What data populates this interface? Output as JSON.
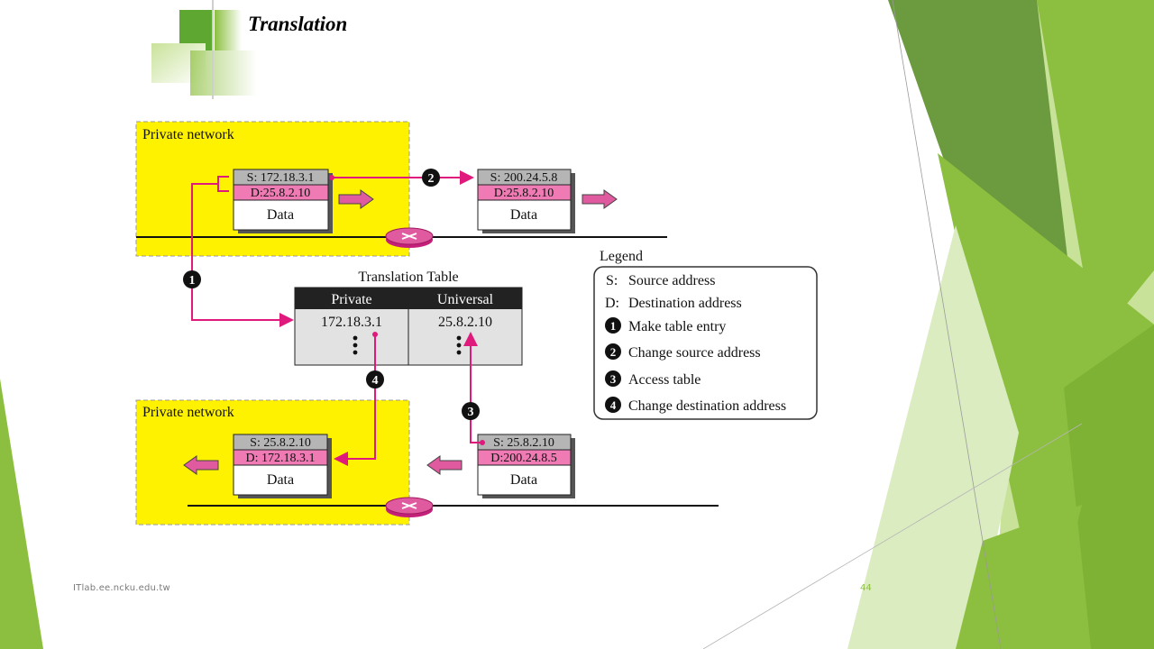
{
  "slide": {
    "title": "Translation",
    "footer_left": "ITlab.ee.ncku.edu.tw",
    "page_number": "44"
  },
  "diagram": {
    "top_network_label": "Private network",
    "bottom_network_label": "Private network",
    "outgoing_packet_private": {
      "source": "S: 172.18.3.1",
      "destination": "D:25.8.2.10",
      "payload": "Data"
    },
    "outgoing_packet_universal": {
      "source": "S: 200.24.5.8",
      "destination": "D:25.8.2.10",
      "payload": "Data"
    },
    "incoming_packet_private": {
      "source": "S: 25.8.2.10",
      "destination": "D: 172.18.3.1",
      "payload": "Data"
    },
    "incoming_packet_universal": {
      "source": "S: 25.8.2.10",
      "destination": "D:200.24.8.5",
      "payload": "Data"
    },
    "table": {
      "title": "Translation Table",
      "headers": [
        "Private",
        "Universal"
      ],
      "row": [
        "172.18.3.1",
        "25.8.2.10"
      ]
    },
    "steps": [
      "1",
      "2",
      "3",
      "4"
    ],
    "legend": {
      "title": "Legend",
      "items": [
        {
          "marker": "S:",
          "text": "Source address"
        },
        {
          "marker": "D:",
          "text": "Destination address"
        },
        {
          "marker": "1",
          "text": "Make table entry"
        },
        {
          "marker": "2",
          "text": "Change source address"
        },
        {
          "marker": "3",
          "text": "Access table"
        },
        {
          "marker": "4",
          "text": "Change destination address"
        }
      ]
    },
    "colors": {
      "network_fill": "#fff200",
      "header_bar": "#b5b5b5",
      "dest_bar": "#f07ab4",
      "arrow": "#e0197d",
      "table_header": "#222222",
      "table_body": "#e2e2e2",
      "accent_green": "#8cbf3f"
    }
  }
}
